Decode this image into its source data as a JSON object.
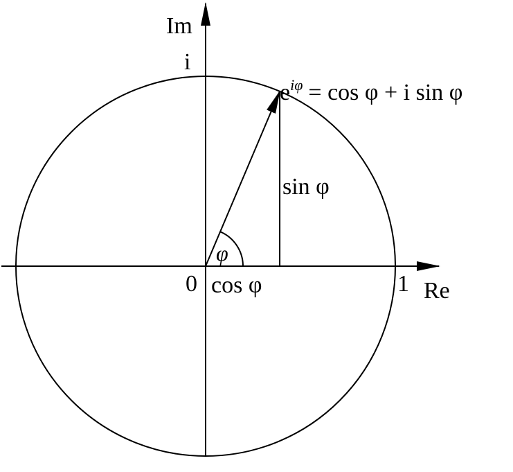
{
  "diagram": {
    "axis_labels": {
      "real": "Re",
      "imaginary": "Im"
    },
    "tick_labels": {
      "origin": "0",
      "one": "1",
      "i": "i"
    },
    "point_label": {
      "base": "e",
      "exponent": "iφ",
      "rhs": "= cos φ + i sin φ"
    },
    "sin_label": "sin φ",
    "cos_label": "cos φ",
    "angle_label": "φ",
    "angle_deg": 67,
    "stroke_color": "#000000"
  }
}
